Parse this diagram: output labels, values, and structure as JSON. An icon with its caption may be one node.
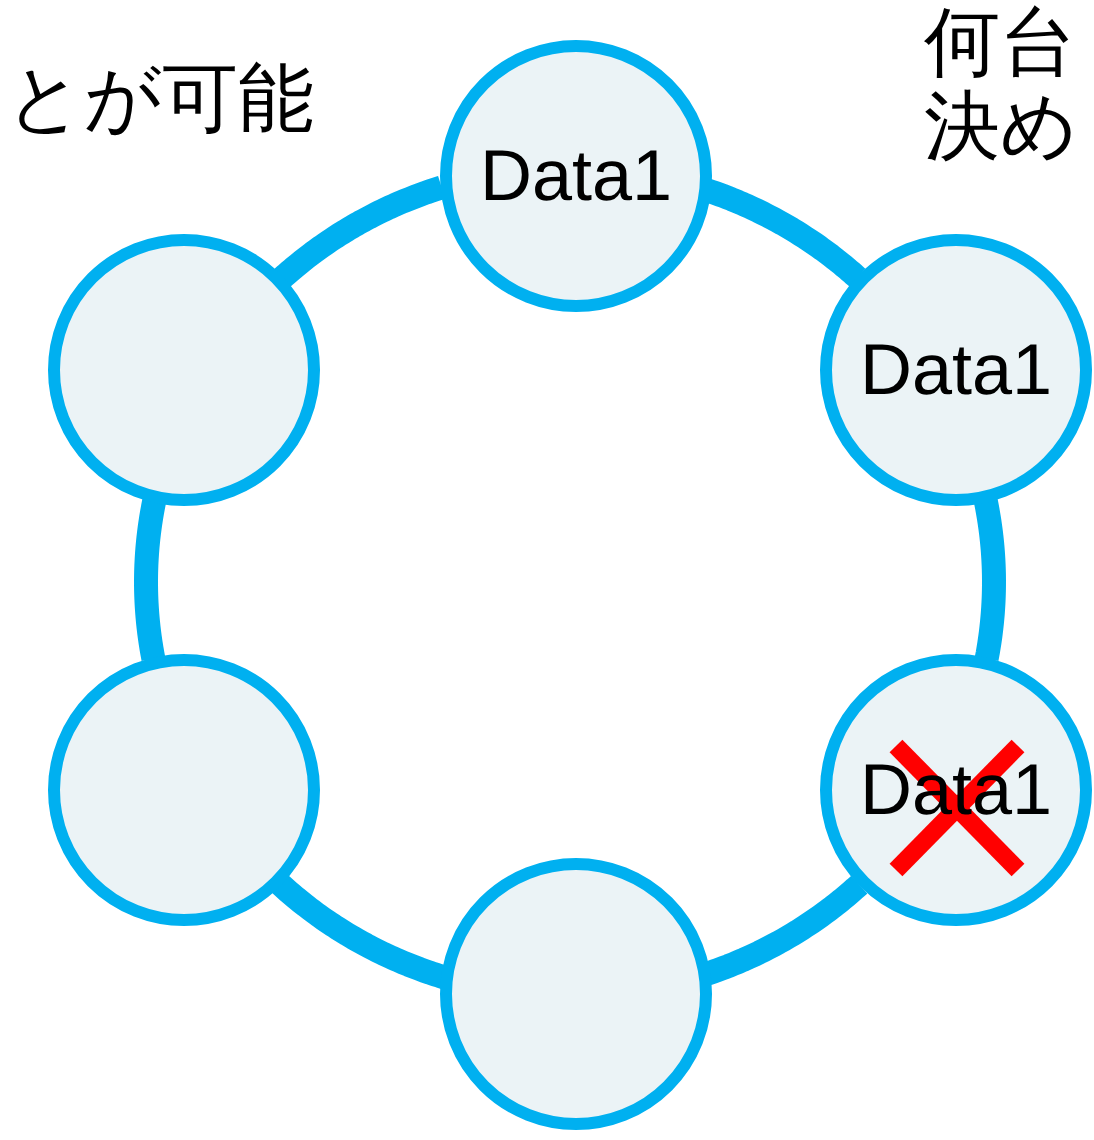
{
  "diagram": {
    "nodes": [
      {
        "text": [
          "Data1"
        ]
      },
      {
        "text": [
          "Data1"
        ]
      },
      {
        "text": [
          "Data1"
        ]
      },
      {
        "text": [],
        "shape": "circle"
      },
      {
        "text": [],
        "shape": "circle"
      },
      {
        "text": [],
        "shape": "circle"
      }
    ],
    "edges": [
      {
        "from": 0,
        "to": 1,
        "arrow": "none"
      },
      {
        "from": 1,
        "to": 2,
        "arrow": "none"
      },
      {
        "from": 2,
        "to": 3,
        "arrow": "none"
      },
      {
        "from": 3,
        "to": 4,
        "arrow": "none"
      },
      {
        "from": 4,
        "to": 5,
        "arrow": "none"
      },
      {
        "from": 5,
        "to": 0,
        "arrow": "none"
      }
    ],
    "labels": [
      "とが可能",
      "何台",
      "決め"
    ]
  }
}
